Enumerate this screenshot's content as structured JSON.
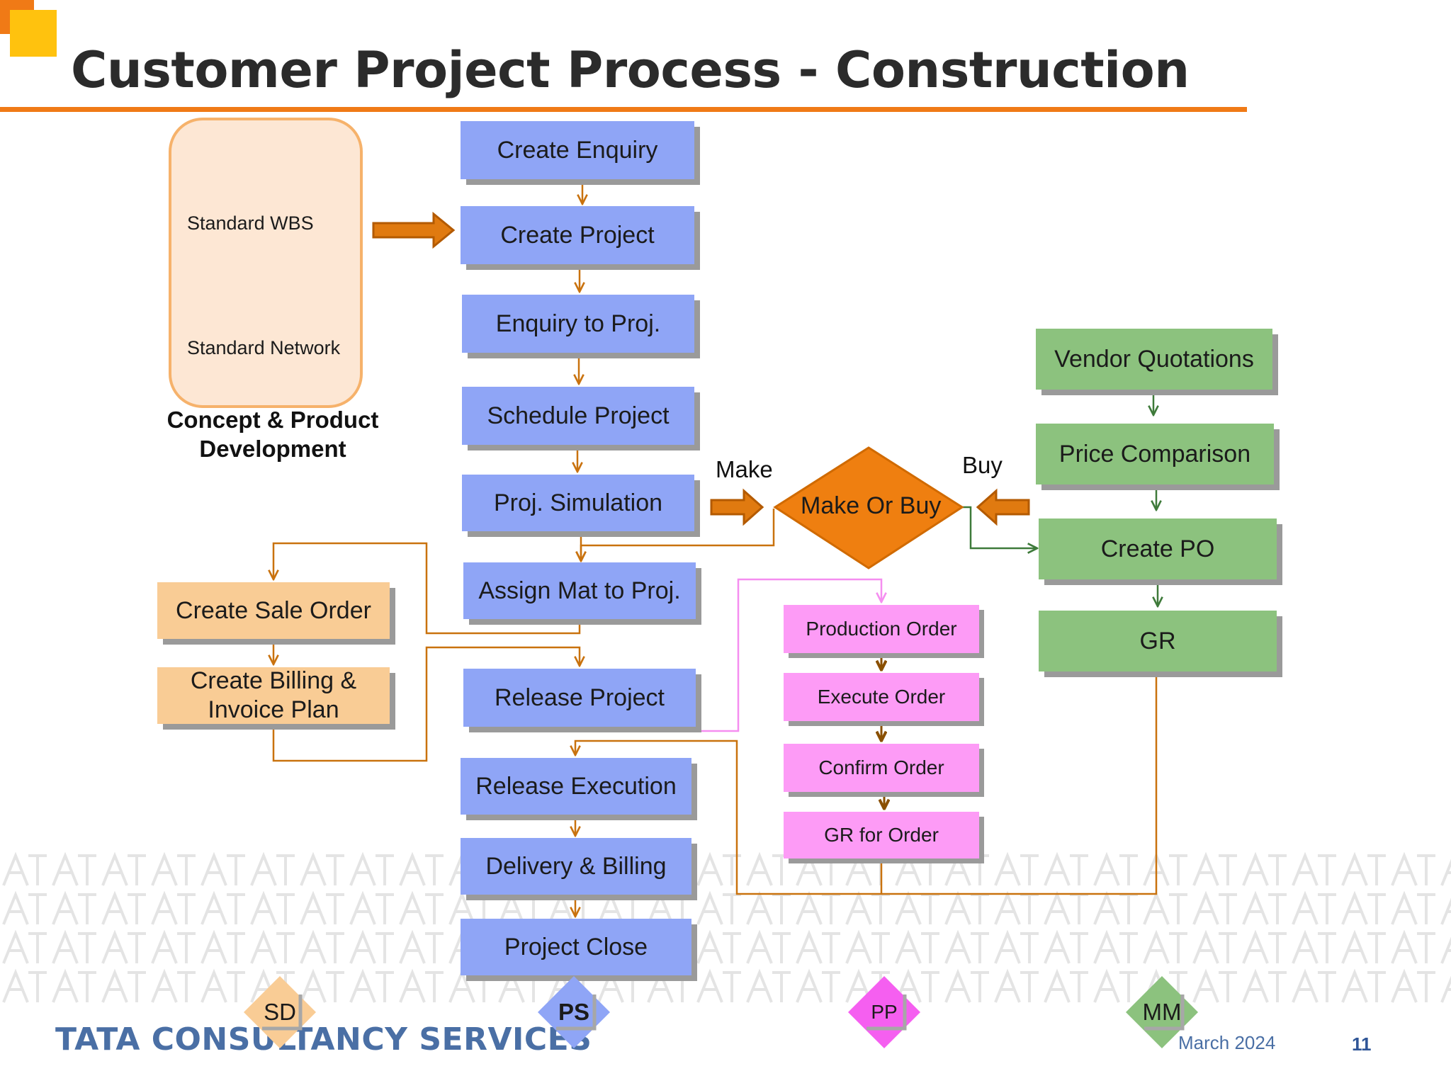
{
  "title": "Customer Project Process - Construction",
  "concept": {
    "items": [
      "Standard WBS",
      "Standard Network"
    ],
    "caption": "Concept & Product Development"
  },
  "ps_steps": [
    "Create Enquiry",
    "Create Project",
    "Enquiry to Proj.",
    "Schedule Project",
    "Proj. Simulation",
    "Assign Mat to Proj.",
    "Release Project",
    "Release Execution",
    "Delivery & Billing",
    "Project Close"
  ],
  "sd_steps": [
    "Create Sale Order",
    "Create Billing & Invoice Plan"
  ],
  "pp_steps": [
    "Production Order",
    "Execute Order",
    "Confirm Order",
    "GR for Order"
  ],
  "mm_steps": [
    "Vendor Quotations",
    "Price Comparison",
    "Create PO",
    "GR"
  ],
  "decision": {
    "label": "Make Or Buy",
    "make_label": "Make",
    "buy_label": "Buy"
  },
  "modules": [
    "SD",
    "PS",
    "PP",
    "MM"
  ],
  "footer": {
    "company": "TATA CONSULTANCY SERVICES",
    "date": "March 2024",
    "page": "11"
  },
  "colors": {
    "accent": "#f07a16",
    "ps": "#8fa5f6",
    "mm": "#8cc27e",
    "sd": "#f9cc95",
    "pp": "#fd9bf6",
    "connector": "#c9720e",
    "mm_connector": "#3e7a3a",
    "pp_connector": "#f58ef0"
  }
}
